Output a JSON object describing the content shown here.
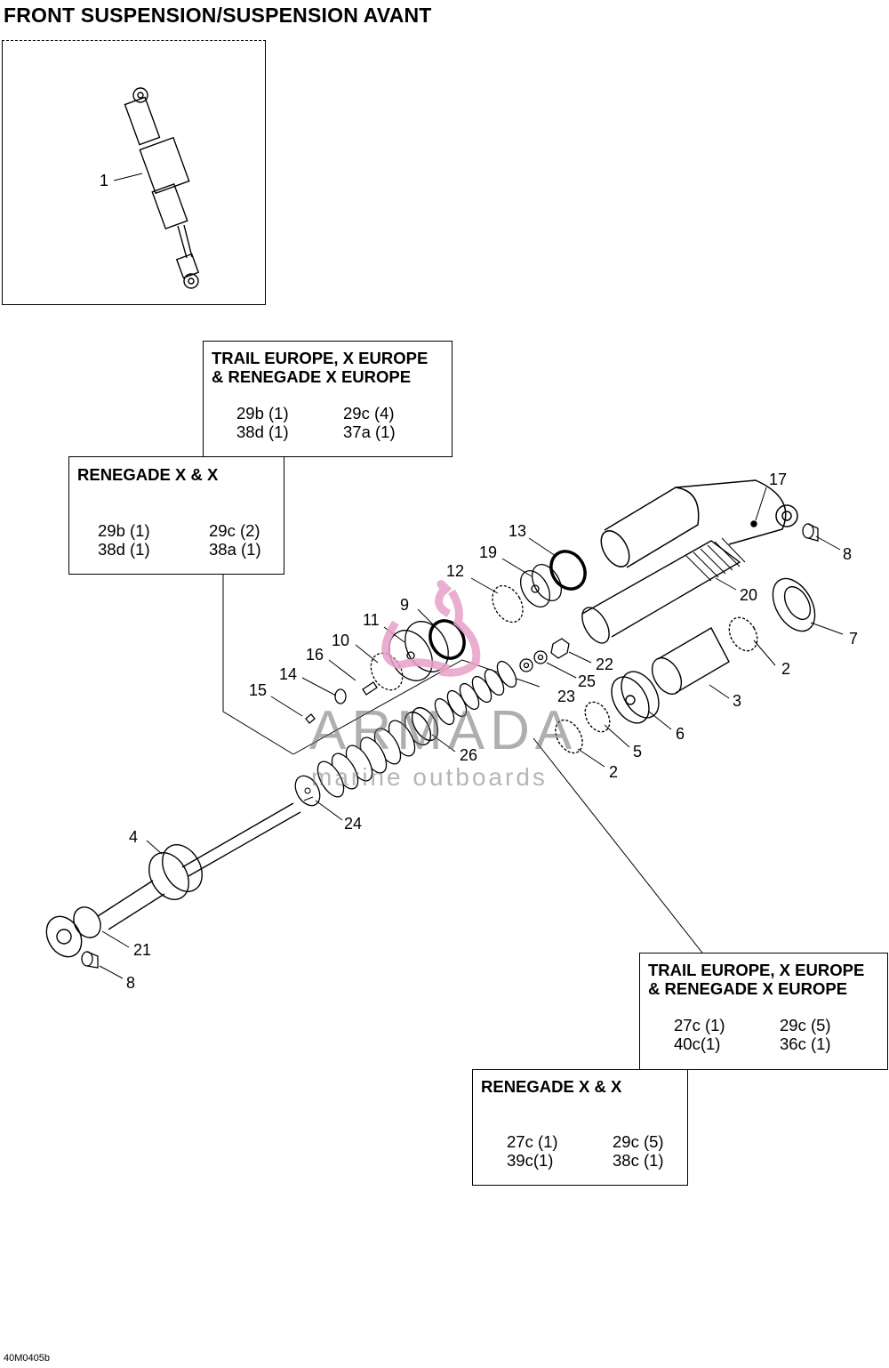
{
  "title": "FRONT SUSPENSION/SUSPENSION AVANT",
  "watermark": {
    "brand": "ARMADA",
    "tagline": "marine outboards",
    "logo_color": "#e8a0c8"
  },
  "boxes": {
    "box1": {
      "title_line1": "TRAIL EUROPE, X EUROPE",
      "title_line2": "& RENEGADE X EUROPE",
      "c1": "29b (1)",
      "c2": "29c (4)",
      "c3": "38d (1)",
      "c4": "37a (1)"
    },
    "box2": {
      "title": "RENEGADE X & X",
      "c1": "29b (1)",
      "c2": "29c (2)",
      "c3": "38d (1)",
      "c4": "38a (1)"
    },
    "box3": {
      "title_line1": "TRAIL EUROPE, X EUROPE",
      "title_line2": "& RENEGADE X EUROPE",
      "c1": "27c (1)",
      "c2": "29c (5)",
      "c3": "40c(1)",
      "c4": "36c (1)"
    },
    "box4": {
      "title": "RENEGADE X & X",
      "c1": "27c (1)",
      "c2": "29c (5)",
      "c3": "39c(1)",
      "c4": "38c (1)"
    }
  },
  "callouts": {
    "c1": "1",
    "c17": "17",
    "c8a": "8",
    "c13": "13",
    "c19": "19",
    "c12": "12",
    "c20": "20",
    "c9": "9",
    "c7": "7",
    "c11": "11",
    "c10": "10",
    "c22": "22",
    "c2a": "2",
    "c16": "16",
    "c25": "25",
    "c14": "14",
    "c15": "15",
    "c23": "23",
    "c3": "3",
    "c6": "6",
    "c26": "26",
    "c5": "5",
    "c2b": "2",
    "c24": "24",
    "c4": "4",
    "c21": "21",
    "c8b": "8"
  },
  "footer": "40M0405b"
}
